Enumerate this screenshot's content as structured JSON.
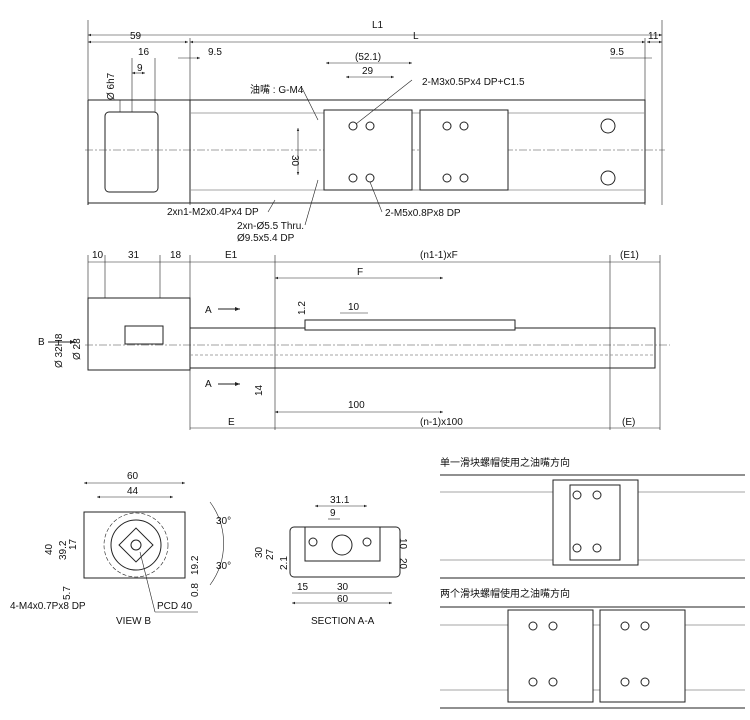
{
  "top_view": {
    "dims": {
      "L1": "L1",
      "L": "L",
      "d59": "59",
      "d11": "11",
      "d16": "16",
      "d9": "9",
      "d9_5_left": "9.5",
      "d9_5_right": "9.5",
      "d52_1": "(52.1)",
      "d29": "29",
      "d30": "30",
      "shaft": "Ø 6h7"
    },
    "notes": {
      "grease": "油嘴 : G-M4",
      "m3": "2-M3x0.5Px4 DP+C1.5",
      "m2": "2xn1-M2x0.4Px4 DP",
      "thru1": "2xn-Ø5.5 Thru.",
      "thru2": "Ø9.5x5.4 DP",
      "m5": "2-M5x0.8Px8 DP"
    }
  },
  "side_view": {
    "dims": {
      "d10": "10",
      "d31": "31",
      "d18": "18",
      "E1": "E1",
      "n1F": "(n1-1)xF",
      "E1r": "(E1)",
      "F": "F",
      "d1_2": "1.2",
      "d10b": "10",
      "A_top": "A",
      "A_bot": "A",
      "B": "B",
      "d32": "Ø 32H8",
      "d28": "Ø 28",
      "d14": "14",
      "d100": "100",
      "E": "E",
      "n100": "(n-1)x100",
      "Er": "(E)"
    }
  },
  "view_b": {
    "title": "VIEW B",
    "dims": {
      "d60": "60",
      "d44": "44",
      "d40": "40",
      "d39_2": "39.2",
      "d17": "17",
      "d5_7": "5.7",
      "d19_2": "19.2",
      "d0_8": "0.8",
      "a1": "30°",
      "a2": "30°"
    },
    "notes": {
      "m4": "4-M4x0.7Px8 DP",
      "pcd": "PCD 40"
    }
  },
  "section_aa": {
    "title": "SECTION A-A",
    "dims": {
      "d31_1": "31.1",
      "d9": "9",
      "d30": "30",
      "d27": "27",
      "d2_1": "2.1",
      "d10": "10",
      "d20": "20",
      "d15": "15",
      "d30b": "30",
      "d60": "60"
    }
  },
  "right_panel": {
    "single_title": "单一滑块螺帽使用之油嘴方向",
    "double_title": "两个滑块螺帽使用之油嘴方向"
  }
}
